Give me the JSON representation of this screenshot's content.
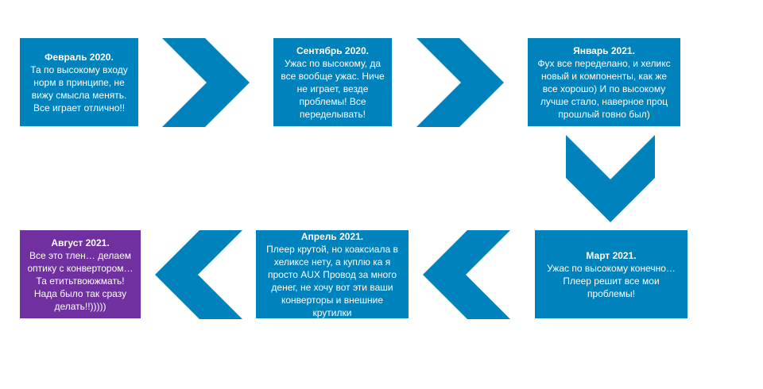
{
  "colors": {
    "box": "#0082bd",
    "box_final": "#7030a0",
    "arrow": "#0082bd",
    "text": "#ffffff"
  },
  "steps": [
    {
      "title": "Февраль 2020.",
      "text": "Та по высокому входу норм в принципе, не вижу смысла менять. Все играет отлично!!"
    },
    {
      "title": "Сентябрь 2020.",
      "text": "Ужас по высокому, да все вообще ужас. Ниче не играет, везде проблемы! Все переделывать!"
    },
    {
      "title": "Январь 2021.",
      "text": "Фух все переделано, и хеликс новый и компоненты, как же все хорошо) И по высокому лучше стало, наверное проц прошлый говно был)"
    },
    {
      "title": "Март 2021.",
      "text": "Ужас по высокому конечно… Плеер решит все мои проблемы!"
    },
    {
      "title": "Апрель 2021.",
      "text": "Плеер крутой, но коаксиала в хеликсе нету, а куплю ка я просто AUX Провод за много денег, не хочу вот эти ваши конверторы и внешние крутилки"
    },
    {
      "title": "Август 2021.",
      "text": "Все это тлен… делаем оптику с конвертором… Та етитьтвоюжмать! Нада было так сразу делать!!)))))"
    }
  ],
  "arrows": [
    {
      "direction": "right"
    },
    {
      "direction": "right"
    },
    {
      "direction": "down"
    },
    {
      "direction": "left"
    },
    {
      "direction": "left"
    }
  ]
}
